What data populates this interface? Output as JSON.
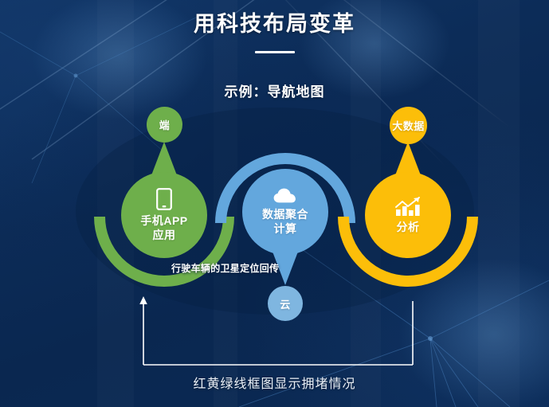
{
  "header": {
    "title": "用科技布局变革",
    "subtitle": "示例：导航地图"
  },
  "colors": {
    "background_dark": "#0a2750",
    "background_light": "#103566",
    "green": "#6eaf4b",
    "blue": "#63a7dd",
    "blue_badge": "#7fb6e0",
    "yellow": "#fcbe09",
    "text_white": "#ffffff"
  },
  "diagram": {
    "nodes": [
      {
        "id": "mobile-app",
        "badge": "端",
        "icon": "smartphone-icon",
        "label": "手机APP\n应用",
        "color": "#6eaf4b",
        "ring_opening": "top",
        "pointer": "up"
      },
      {
        "id": "data-aggregation",
        "badge": "云",
        "icon": "cloud-icon",
        "label": "数据聚合\n计算",
        "color": "#63a7dd",
        "ring_opening": "bottom",
        "pointer": "down"
      },
      {
        "id": "analysis",
        "badge": "大数据",
        "icon": "bar-chart-trend-icon",
        "label": "分析",
        "color": "#fcbe09",
        "ring_opening": "top",
        "pointer": "up"
      }
    ],
    "flow_caption": "行驶车辆的卫星定位回传",
    "bottom_caption": "红黄绿线框图显示拥堵情况"
  }
}
